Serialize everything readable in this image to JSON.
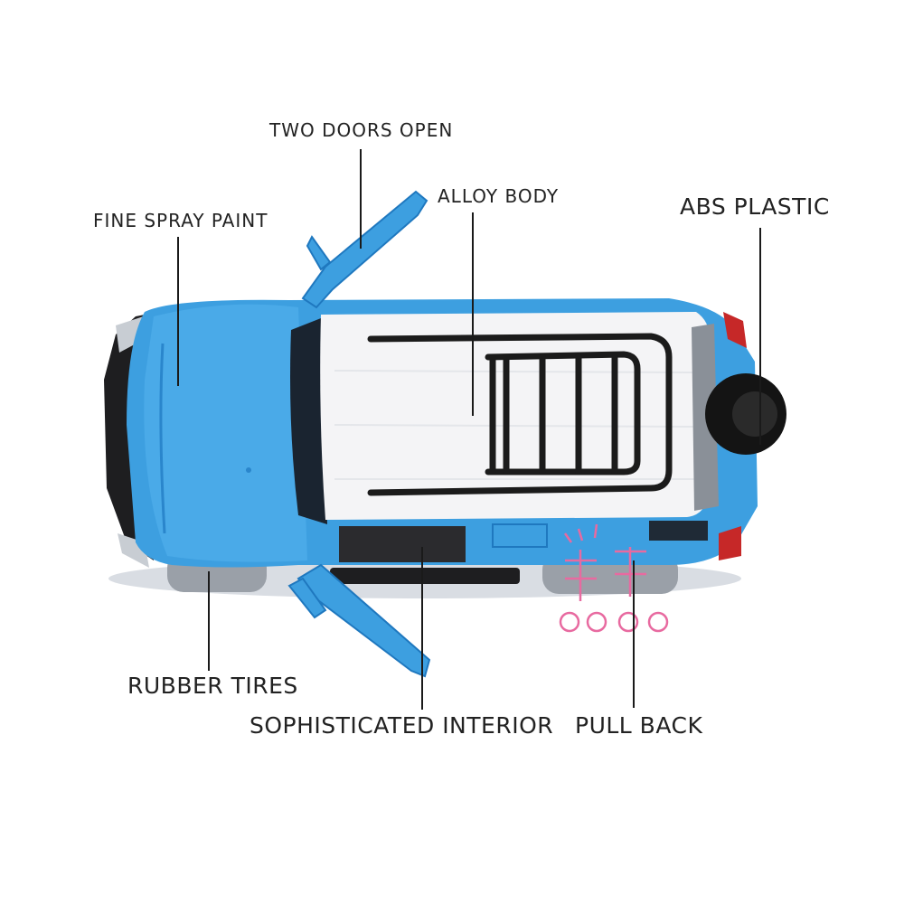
{
  "callouts": {
    "two_doors_open": "TWO DOORS OPEN",
    "fine_spray_paint": "FINE SPRAY PAINT",
    "alloy_body": "ALLOY BODY",
    "abs_plastic": "ABS PLASTIC",
    "rubber_tires": "RUBBER TIRES",
    "sophisticated_interior": "SOPHISTICATED INTERIOR",
    "pull_back": "PULL BACK"
  },
  "watermark": {
    "text": "轩辉 yoys"
  },
  "colors": {
    "body_blue": "#3d9fe0",
    "body_blue_dark": "#1f78bf",
    "roof_white": "#f4f4f6",
    "rack_black": "#1b1b1b",
    "watermark_pink": "#e86aa0"
  }
}
